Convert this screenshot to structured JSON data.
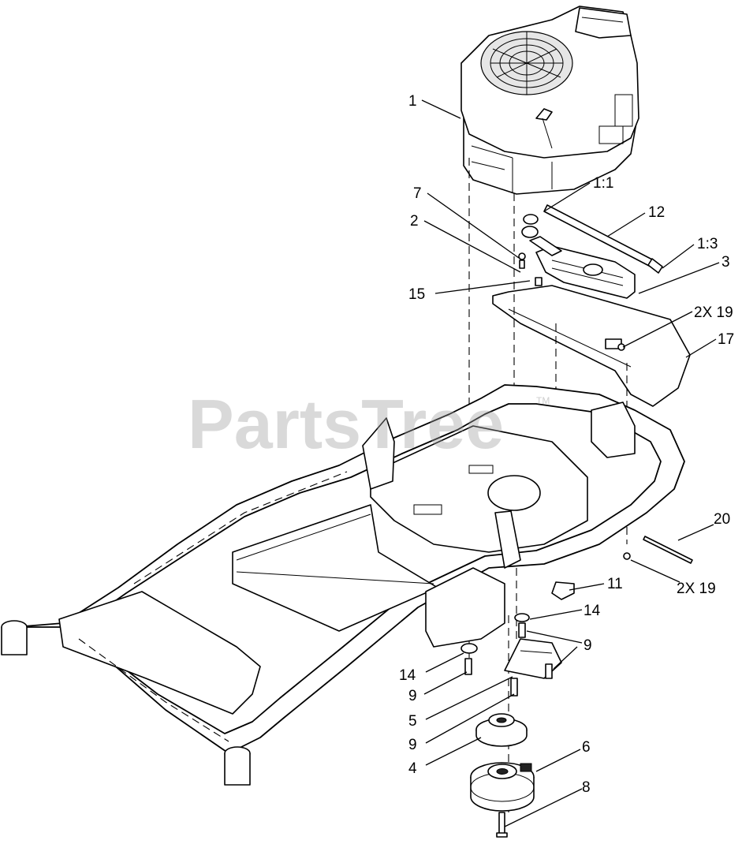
{
  "watermark": {
    "text": "PartsTree",
    "trademark": "TM"
  },
  "callouts": [
    {
      "id": "1",
      "text": "1"
    },
    {
      "id": "1-1",
      "text": "1:1"
    },
    {
      "id": "7",
      "text": "7"
    },
    {
      "id": "12",
      "text": "12"
    },
    {
      "id": "2",
      "text": "2"
    },
    {
      "id": "1-3",
      "text": "1:3"
    },
    {
      "id": "3",
      "text": "3"
    },
    {
      "id": "15",
      "text": "15"
    },
    {
      "id": "2x19-top",
      "text": "2X 19"
    },
    {
      "id": "17",
      "text": "17"
    },
    {
      "id": "20",
      "text": "20"
    },
    {
      "id": "2x19-bottom",
      "text": "2X 19"
    },
    {
      "id": "11",
      "text": "11"
    },
    {
      "id": "14-right",
      "text": "14"
    },
    {
      "id": "9-right",
      "text": "9"
    },
    {
      "id": "14-left",
      "text": "14"
    },
    {
      "id": "9-left",
      "text": "9"
    },
    {
      "id": "5",
      "text": "5"
    },
    {
      "id": "9-lower",
      "text": "9"
    },
    {
      "id": "6",
      "text": "6"
    },
    {
      "id": "4",
      "text": "4"
    },
    {
      "id": "8",
      "text": "8"
    }
  ]
}
